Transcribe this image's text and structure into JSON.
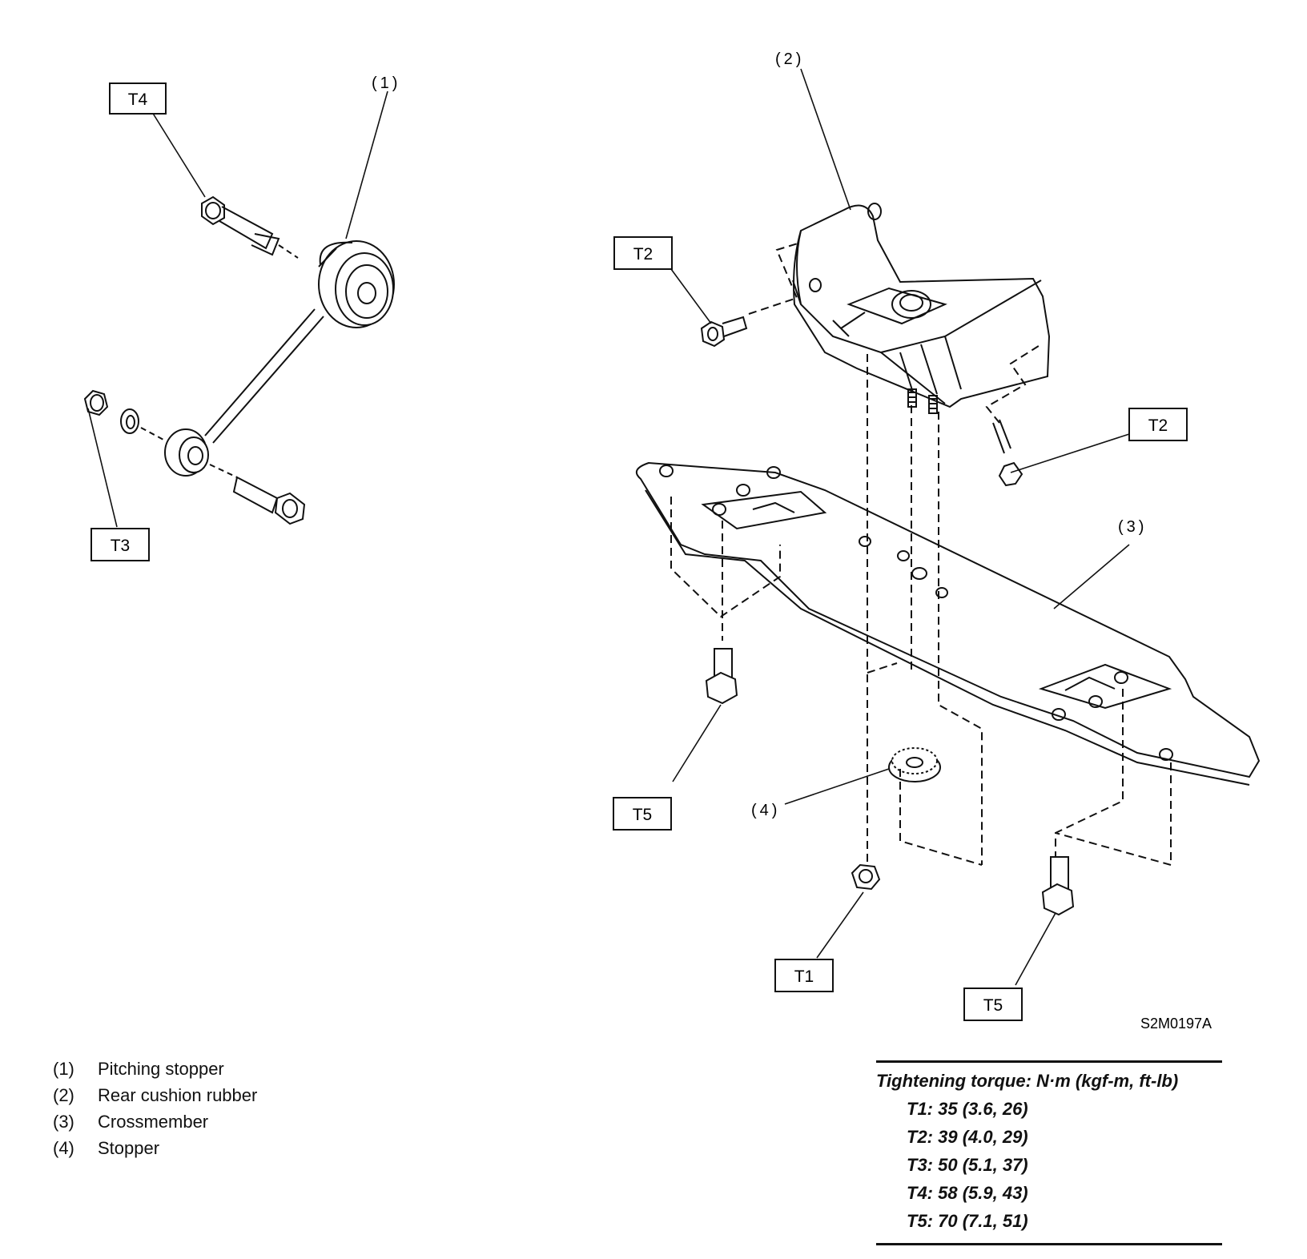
{
  "callouts": [
    {
      "id": "T4",
      "label": "T4"
    },
    {
      "id": "T3",
      "label": "T3"
    },
    {
      "id": "T2a",
      "label": "T2"
    },
    {
      "id": "T2b",
      "label": "T2"
    },
    {
      "id": "T5a",
      "label": "T5"
    },
    {
      "id": "T5b",
      "label": "T5"
    },
    {
      "id": "T1",
      "label": "T1"
    }
  ],
  "parts": [
    {
      "id": "p1",
      "label": "(1)"
    },
    {
      "id": "p2",
      "label": "(2)"
    },
    {
      "id": "p3",
      "label": "(3)"
    },
    {
      "id": "p4",
      "label": "(4)"
    }
  ],
  "figure_code": "S2M0197A",
  "legend": [
    {
      "num": "(1)",
      "name": "Pitching stopper"
    },
    {
      "num": "(2)",
      "name": "Rear cushion rubber"
    },
    {
      "num": "(3)",
      "name": "Crossmember"
    },
    {
      "num": "(4)",
      "name": "Stopper"
    }
  ],
  "torque": {
    "title": "Tightening torque: N·m (kgf-m, ft-lb)",
    "items": [
      "T1: 35 (3.6, 26)",
      "T2: 39 (4.0, 29)",
      "T3: 50 (5.1, 37)",
      "T4: 58 (5.9, 43)",
      "T5: 70 (7.1, 51)"
    ]
  }
}
